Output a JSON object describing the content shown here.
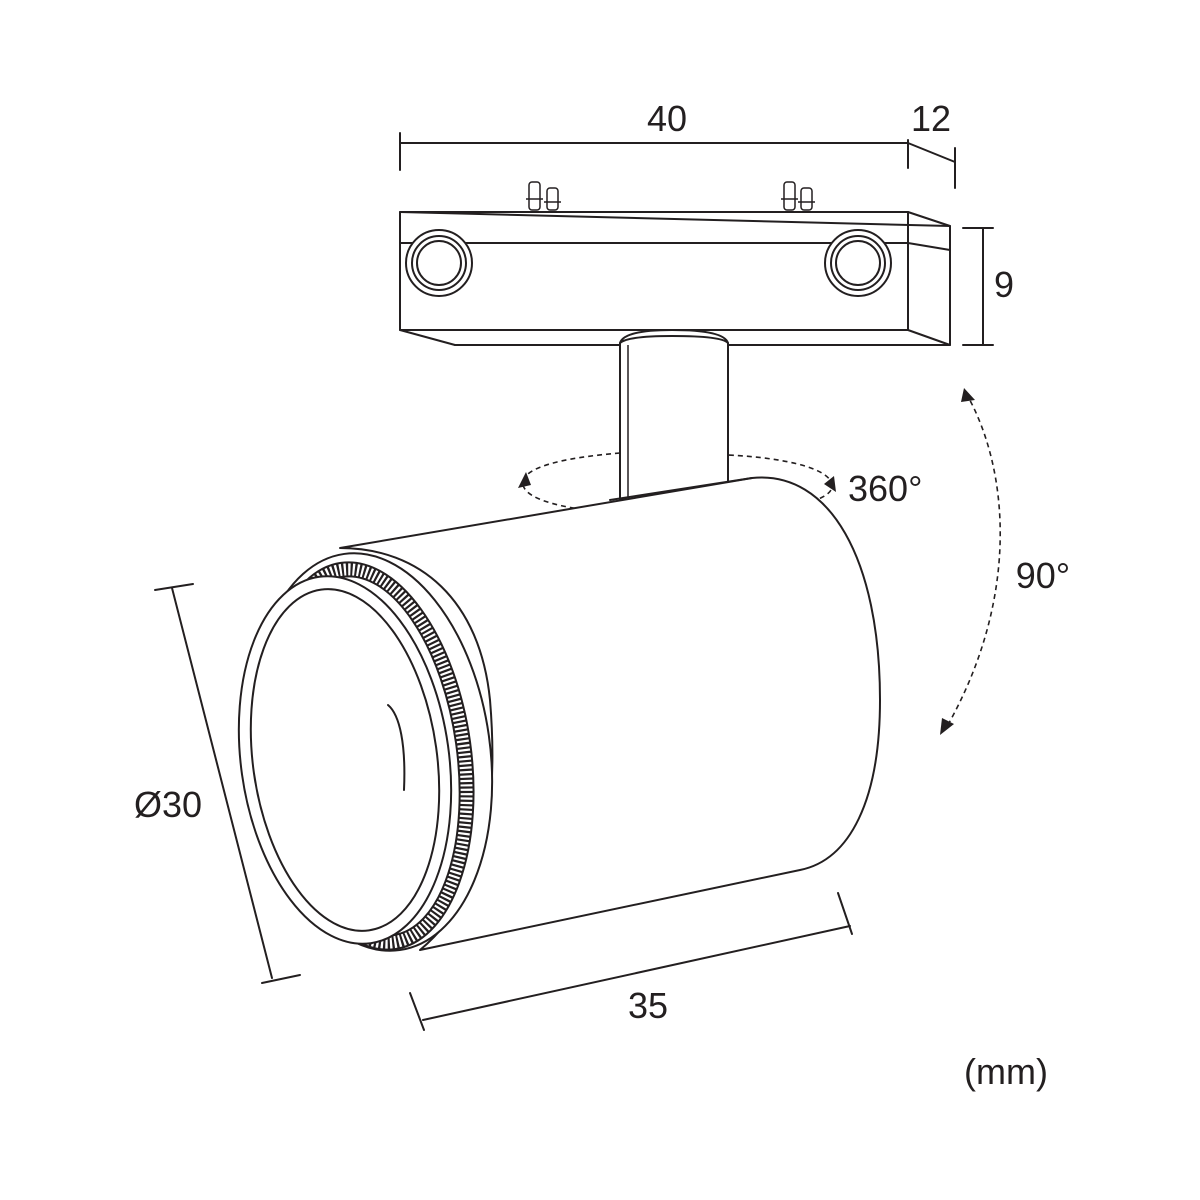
{
  "dimensions": {
    "width_top": "40",
    "depth_top": "12",
    "height_mount": "9",
    "rotation_horizontal": "360°",
    "tilt": "90°",
    "diameter": "Ø30",
    "length": "35"
  },
  "unit_label": "(mm)",
  "colors": {
    "line": "#231f20",
    "background": "#ffffff"
  }
}
